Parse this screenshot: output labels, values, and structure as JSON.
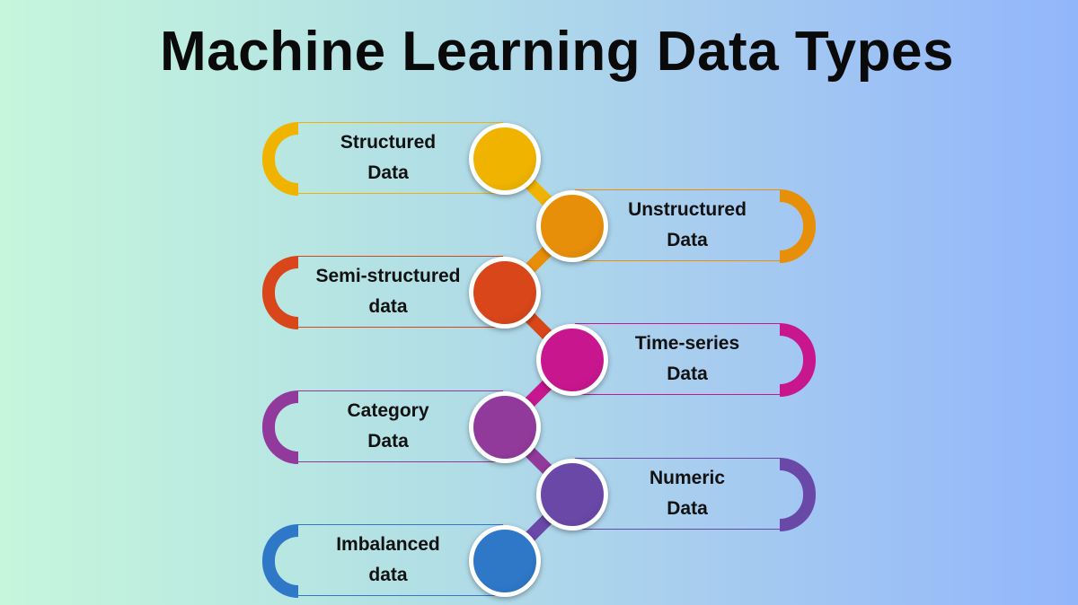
{
  "title": "Machine Learning Data Types",
  "items": [
    {
      "line1": "Structured",
      "line2": "Data",
      "color": "#f0b400",
      "side": "left"
    },
    {
      "line1": "Unstructured",
      "line2": "Data",
      "color": "#e88f0a",
      "side": "right"
    },
    {
      "line1": "Semi-structured",
      "line2": "data",
      "color": "#d9461a",
      "side": "left"
    },
    {
      "line1": "Time-series",
      "line2": "Data",
      "color": "#c8168e",
      "side": "right"
    },
    {
      "line1": "Category",
      "line2": "Data",
      "color": "#923a9c",
      "side": "left"
    },
    {
      "line1": "Numeric",
      "line2": "Data",
      "color": "#6a48a8",
      "side": "right"
    },
    {
      "line1": "Imbalanced",
      "line2": "data",
      "color": "#2f78c8",
      "side": "left"
    }
  ]
}
